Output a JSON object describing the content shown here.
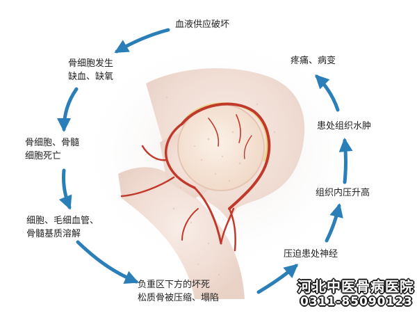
{
  "diagram": {
    "steps": [
      {
        "id": "s1",
        "lines": [
          "血液供应破坏"
        ]
      },
      {
        "id": "s2",
        "lines": [
          "骨细胞发生",
          "缺血、缺氧"
        ]
      },
      {
        "id": "s3",
        "lines": [
          "骨细胞、骨髓",
          "细胞死亡"
        ]
      },
      {
        "id": "s4",
        "lines": [
          "细胞、毛细血管、",
          "骨髓基质溶解"
        ]
      },
      {
        "id": "s5",
        "lines": [
          "负重区下方的坏死",
          "松质骨被压缩、塌陷"
        ]
      },
      {
        "id": "s6",
        "lines": [
          "压迫患处神经"
        ]
      },
      {
        "id": "s7",
        "lines": [
          "组织内压升高"
        ]
      },
      {
        "id": "s8",
        "lines": [
          "患处组织水肿"
        ]
      },
      {
        "id": "s9",
        "lines": [
          "疼痛、病变"
        ]
      }
    ],
    "arrow_color": "#2b7fb8",
    "bone_color": "#f1e3dc",
    "vessel_color": "#c0392b"
  },
  "watermark": {
    "name": "河北中医骨病医院",
    "phone": "0311-85090123"
  }
}
